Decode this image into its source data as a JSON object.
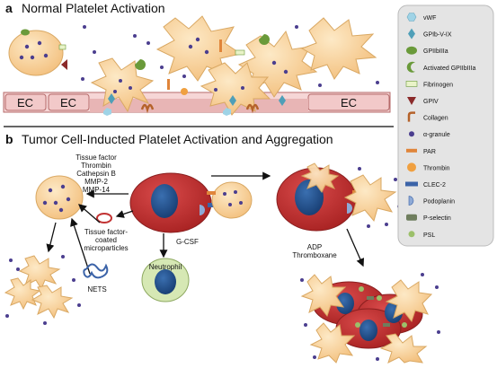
{
  "panel_a": {
    "letter": "a",
    "title": "Normal Platelet Activation",
    "endothelial_cells": [
      "EC",
      "EC",
      "EC"
    ]
  },
  "panel_b": {
    "letter": "b",
    "title": "Tumor Cell-Inducted Platelet Activation and Aggregation",
    "secreted_factors": [
      "Tissue factor",
      "Thrombin",
      "Cathepsin B",
      "MMP-2",
      "MMP-14"
    ],
    "microparticles_label": [
      "Tissue factor-",
      "coated",
      "microparticles"
    ],
    "gcsf_label": "G-CSF",
    "neutrophil_label": "Neutrophil",
    "nets_label": "NETS",
    "agonists_label": [
      "ADP",
      "Thromboxane"
    ]
  },
  "legend": {
    "items": [
      {
        "label": "vWF",
        "icon": "hexagon-icon",
        "color": "#9fd3e6"
      },
      {
        "label": "GPIb-V-IX",
        "icon": "diamond-icon",
        "color": "#4f9fb8"
      },
      {
        "label": "GPIIbIIIa",
        "icon": "oval-icon",
        "color": "#6a9a3a"
      },
      {
        "label": "Activated GPIIbIIIa",
        "icon": "crescent-icon",
        "color": "#6a9a3a"
      },
      {
        "label": "Fibrinogen",
        "icon": "rectangle-icon",
        "color": "#e9f3c8"
      },
      {
        "label": "GPIV",
        "icon": "triangle-icon",
        "color": "#8b2a2a"
      },
      {
        "label": "Collagen",
        "icon": "hook-icon",
        "color": "#b5622a"
      },
      {
        "label": "α-granule",
        "icon": "dot-icon",
        "color": "#4b3e8f"
      },
      {
        "label": "PAR",
        "icon": "bar-icon",
        "color": "#e0853a"
      },
      {
        "label": "Thrombin",
        "icon": "circle-icon",
        "color": "#f0a040"
      },
      {
        "label": "CLEC-2",
        "icon": "blue-bar-icon",
        "color": "#3b63a8"
      },
      {
        "label": "Podoplanin",
        "icon": "half-circle-icon",
        "color": "#8eaad6"
      },
      {
        "label": "P-selectin",
        "icon": "rounded-rect-icon",
        "color": "#6f7e5e"
      },
      {
        "label": "PSL",
        "icon": "small-circle-icon",
        "color": "#9cc06a"
      }
    ]
  },
  "colors": {
    "platelet": "#f7cf95",
    "platelet_edge": "#d9a863",
    "tumor_cell": "#c23333",
    "nucleus": "#1f4f8e",
    "endothelium": "#f2c9c9",
    "endothelium_edge": "#b56a6a",
    "neutrophil": "#d6e8b4",
    "legend_bg": "#e4e4e4"
  }
}
